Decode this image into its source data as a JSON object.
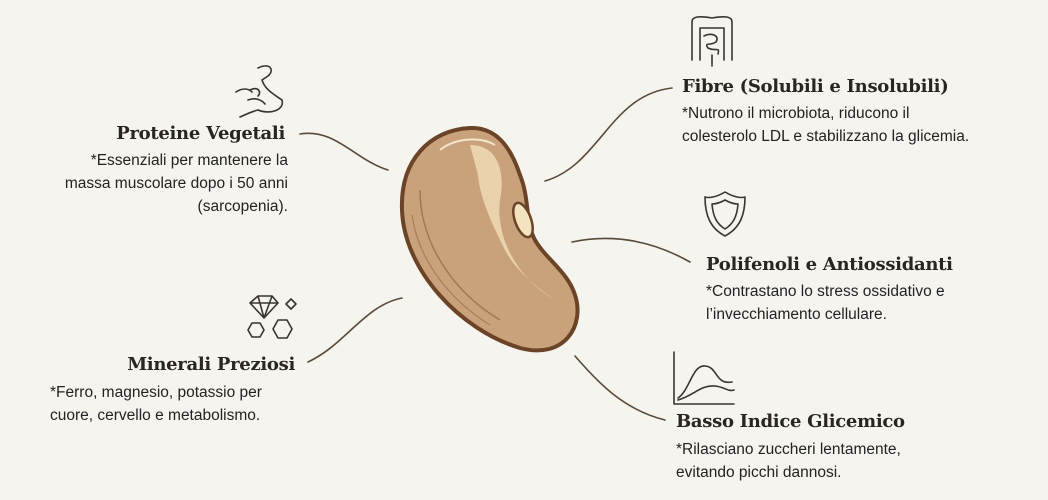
{
  "center": {
    "icon": "bean-icon",
    "colors": {
      "fill": "#c9a17a",
      "outline": "#6b4427",
      "highlight": "#f3e3c1"
    }
  },
  "items": [
    {
      "id": "proteine",
      "icon": "flexed-arm-icon",
      "title": "Proteine Vegetali",
      "lines": [
        "*Essenziali per mantenere la",
        "massa muscolare dopo i 50 anni",
        "(sarcopenia)."
      ]
    },
    {
      "id": "minerali",
      "icon": "gems-icon",
      "title": "Minerali Preziosi",
      "lines": [
        "*Ferro, magnesio, potassio per",
        "cuore, cervello e metabolismo."
      ]
    },
    {
      "id": "fibre",
      "icon": "intestine-icon",
      "title": "Fibre (Solubili e Insolubili)",
      "lines": [
        "*Nutrono il microbiota, riducono il",
        "colesterolo LDL e stabilizzano la glicemia."
      ]
    },
    {
      "id": "polifenoli",
      "icon": "shield-icon",
      "title": "Polifenoli e Antiossidanti",
      "lines": [
        "*Contrastano lo stress ossidativo e",
        "l’invecchiamento cellulare."
      ]
    },
    {
      "id": "glicemico",
      "icon": "line-graph-icon",
      "title": "Basso Indice Glicemico",
      "lines": [
        "*Rilasciano zuccheri lentamente,",
        "evitando picchi dannosi."
      ]
    }
  ]
}
